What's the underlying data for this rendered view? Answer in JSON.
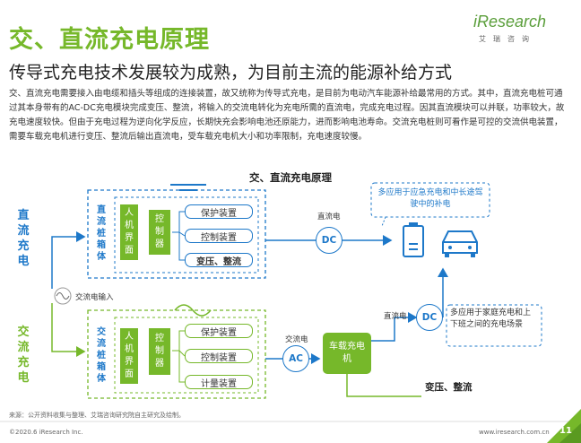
{
  "header": {
    "title": "交、直流充电原理",
    "subtitle": "传导式充电技术发展较为成熟，为目前主流的能源补给方式"
  },
  "logo": {
    "name": "iResearch",
    "sub": "艾瑞咨询"
  },
  "body": {
    "paragraph": "交、直流充电需要接入由电缆和插头等组成的连接装置，故又统称为传导式充电，是目前为电动汽车能源补给最常用的方式。其中，直流充电桩可通过其本身带有的AC-DC充电模块完成变压、整流，将输入的交流电转化为充电所需的直流电，完成充电过程。因其直流模块可以并联，功率较大，故充电速度较快。但由于充电过程为逆向化学反应，长期快充会影响电池还原能力，进而影响电池寿命。交流充电桩则可看作是可控的交流供电装置，需要车载充电机进行变压、整流后输出直流电，受车载充电机大小和功率限制，充电速度较慢。"
  },
  "diagram": {
    "title": "交、直流充电原理",
    "dc_label": "直流充电",
    "ac_label": "交流充电",
    "ac_input": "交流电输入",
    "dc_box": {
      "label": "直流桩箱体",
      "hmi": "人机界面",
      "controller": "控制器",
      "modules": [
        "保护装置",
        "控制装置",
        "变压、整流"
      ]
    },
    "ac_box": {
      "label": "交流桩箱体",
      "hmi": "人机界面",
      "controller": "控制器",
      "modules": [
        "保护装置",
        "控制装置",
        "计量装置"
      ]
    },
    "dc_line_label": "直流电",
    "dc_circle": "DC",
    "dc_note": "多应用于应急充电和中长途驾驶中的补电",
    "ac_line_label": "交流电",
    "ac_circle": "AC",
    "car_charger": "车载充电机",
    "car_dc_label": "直流电",
    "car_dc_circle": "DC",
    "ac_note": "多应用于家庭充电和上下班之间的充电场景",
    "car_output": "变压、整流"
  },
  "footer": {
    "source": "来源：公开资料收集与整理、艾瑞咨询研究院自主研究及绘制。",
    "copyright": "©2020.6 iResearch Inc.",
    "website": "www.iresearch.com.cn",
    "page": "11"
  },
  "colors": {
    "green": "#76b82a",
    "blue": "#1d78c9"
  }
}
